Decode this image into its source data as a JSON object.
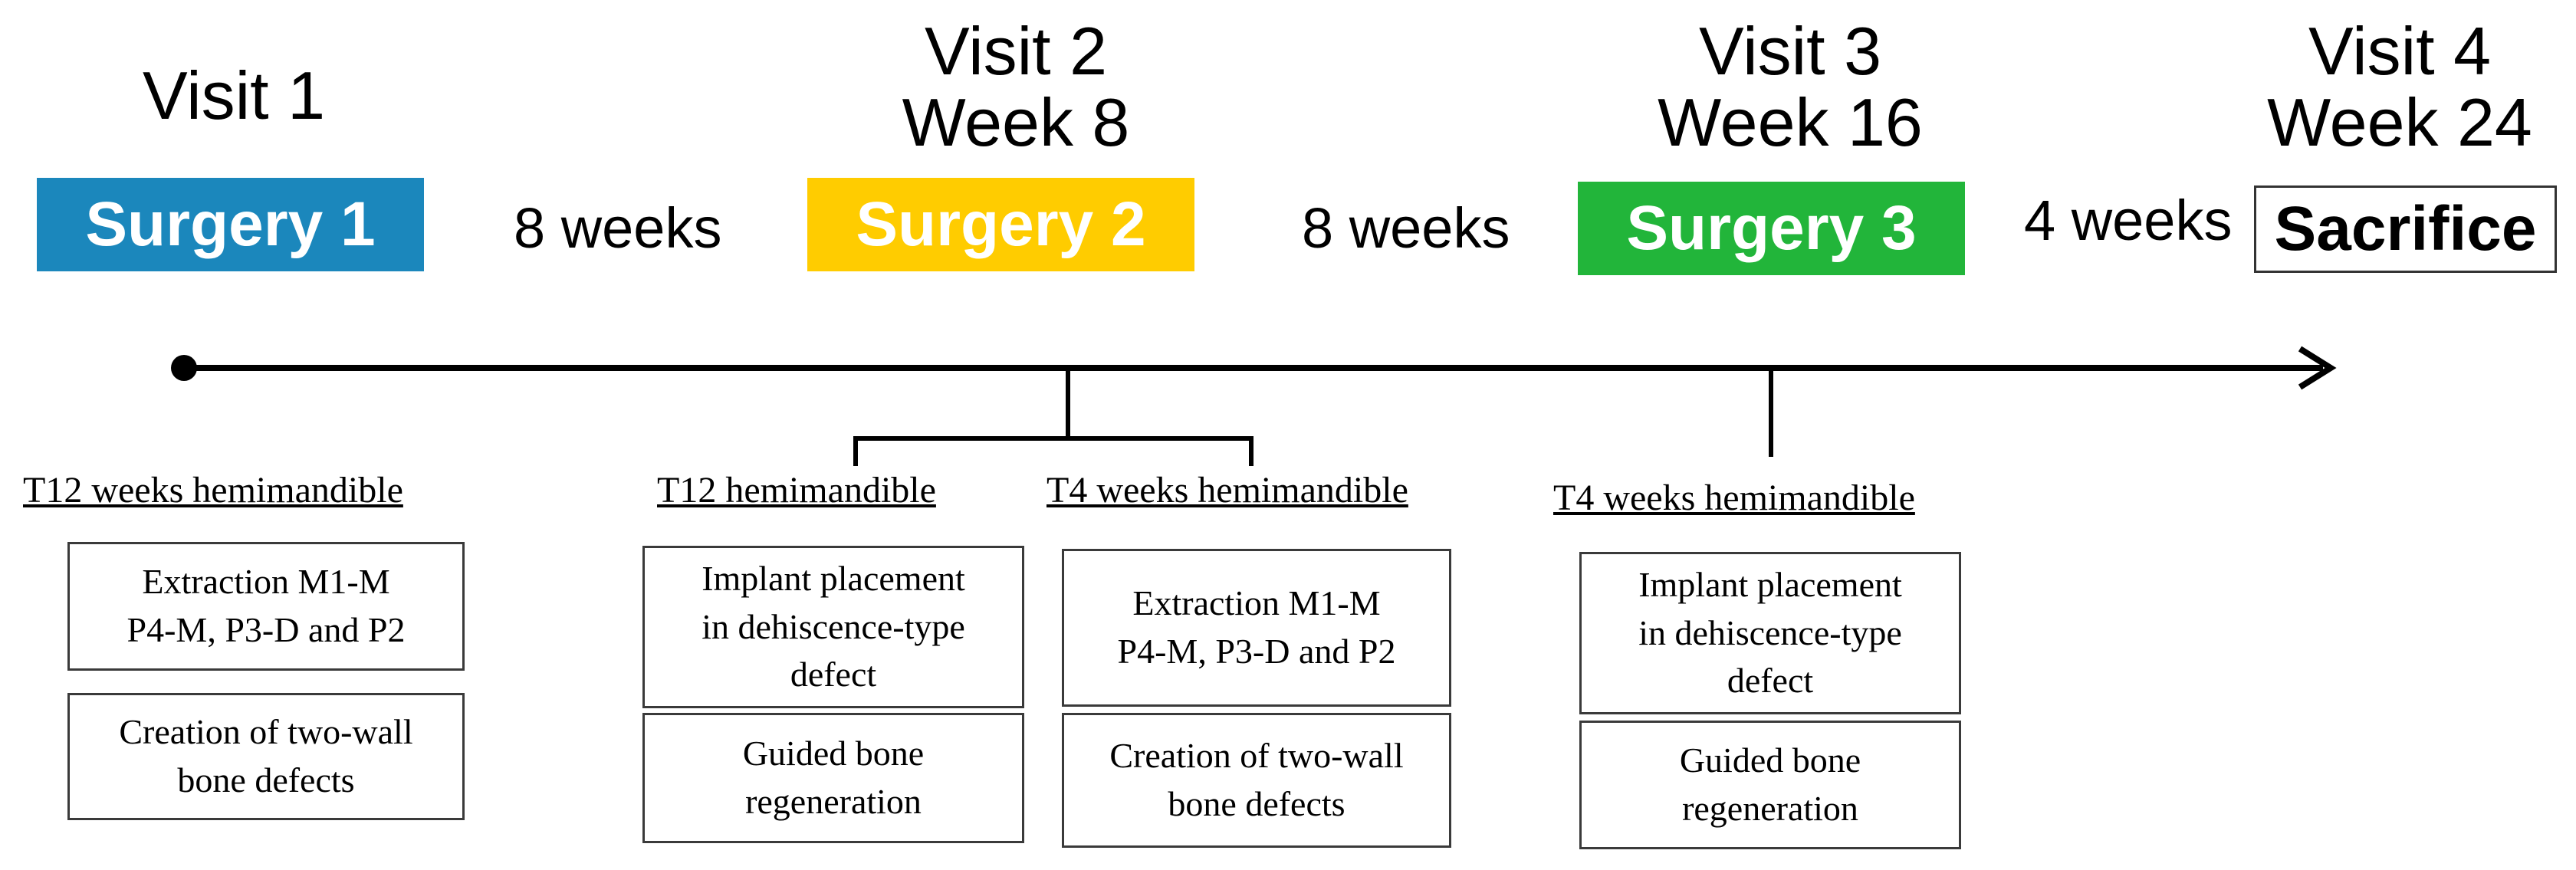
{
  "visits": [
    {
      "lines": [
        "Visit 1"
      ],
      "procedure": "Surgery 1",
      "color": "#1B87BC"
    },
    {
      "lines": [
        "Visit 2",
        "Week 8"
      ],
      "procedure": "Surgery 2",
      "color": "#FFCC00"
    },
    {
      "lines": [
        "Visit 3",
        "Week 16"
      ],
      "procedure": "Surgery 3",
      "color": "#22B53A"
    },
    {
      "lines": [
        "Visit 4",
        "Week 24"
      ],
      "procedure": "Sacrifice"
    }
  ],
  "intervals": [
    "8 weeks",
    "8 weeks",
    "4 weeks"
  ],
  "groups": [
    {
      "heading": "T12 weeks hemimandible",
      "boxes": [
        "Extraction M1-M\nP4-M, P3-D and P2",
        "Creation of  two-wall\nbone defects"
      ]
    },
    {
      "heading": "T12 hemimandible",
      "boxes": [
        "Implant placement\nin dehiscence-type\ndefect",
        "Guided bone\nregeneration"
      ]
    },
    {
      "heading": "T4 weeks hemimandible",
      "boxes": [
        "Extraction M1-M\nP4-M, P3-D and P2",
        "Creation of  two-wall\nbone defects"
      ]
    },
    {
      "heading": "T4 weeks hemimandible",
      "boxes": [
        "Implant placement\nin dehiscence-type\ndefect",
        "Guided bone\nregeneration"
      ]
    }
  ]
}
